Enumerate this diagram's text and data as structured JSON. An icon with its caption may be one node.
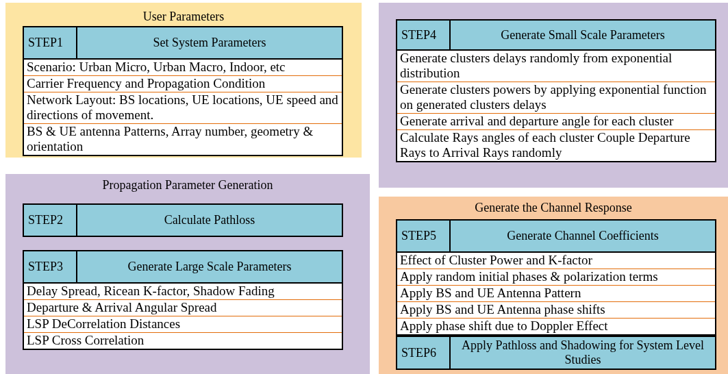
{
  "diagram": {
    "nodes": [
      {
        "text": [
          "User Parameters"
        ]
      },
      {
        "text": [
          "STEP1",
          "Set System Parameters",
          "Scenario: Urban Micro, Urban Macro, Indoor, etc",
          "Carrier Frequency and Propagation Condition",
          "Network Layout: BS locations, UE locations, UE speed and directions of movement.",
          "BS & UE antenna  Patterns, Array number, geometry & orientation"
        ],
        "in": 0
      },
      {
        "text": [],
        "shape": "box"
      },
      {
        "text": [
          "STEP4",
          "Generate Small Scale Parameters",
          "Generate clusters  delays randomly from exponential distribution",
          "Generate clusters powers by applying exponential function on generated  clusters delays",
          "Generate arrival and departure angle for each cluster",
          "Calculate Rays angles of each cluster Couple Departure Rays to Arrival Rays randomly"
        ],
        "in": 2
      },
      {
        "text": [
          "Propagation Parameter Generation"
        ]
      },
      {
        "text": [
          "STEP2",
          "Calculate Pathloss"
        ],
        "in": 4
      },
      {
        "text": [
          "STEP3",
          "Generate Large Scale Parameters",
          "Delay Spread, Ricean K-factor, Shadow Fading",
          "Departure & Arrival Angular Spread",
          "LSP DeCorrelation Distances",
          "LSP Cross Correlation"
        ],
        "in": 4
      },
      {
        "text": [
          "Generate the Channel Response"
        ]
      },
      {
        "text": [
          "STEP5",
          "Generate Channel Coefficients",
          "Effect of Cluster Power and K-factor",
          "Apply random initial phases & polarization terms",
          "Apply BS and UE Antenna Pattern",
          "Apply BS and UE Antenna phase shifts",
          "Apply phase shift due to Doppler Effect"
        ],
        "in": 7
      },
      {
        "text": [
          "STEP6",
          "Apply Pathloss and Shadowing for System Level Studies"
        ],
        "in": 7
      }
    ],
    "edges": []
  }
}
